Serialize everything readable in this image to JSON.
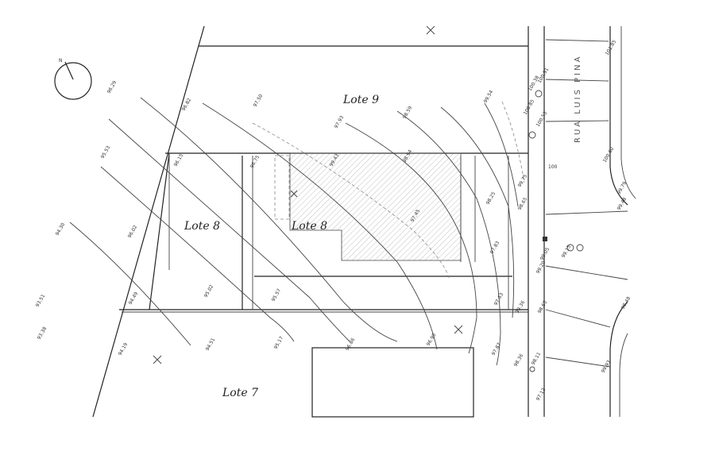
{
  "plan": {
    "north_label": "N",
    "lots": {
      "lote9": "Lote 9",
      "lote8_left": "Lote 8",
      "lote8_right": "Lote 8",
      "lote7": "Lote 7"
    },
    "street": "RUA LUIS PINA",
    "contour_label": "100",
    "elevations": [
      "96.29",
      "96.82",
      "97.50",
      "95.53",
      "96.15",
      "96.75",
      "94.30",
      "96.02",
      "93.51",
      "93.38",
      "94.19",
      "94.49",
      "95.02",
      "94.51",
      "95.17",
      "95.57",
      "96.86",
      "96.96",
      "97.93",
      "98.59",
      "99.54",
      "99.43",
      "98.94",
      "97.45",
      "98.25",
      "97.83",
      "97.63",
      "97.87",
      "98.36",
      "98.11",
      "97.12",
      "99.36",
      "100.53",
      "100.85",
      "100.38",
      "99.75",
      "98.65",
      "100.91",
      "101.85",
      "100.60",
      "99.79",
      "99.48",
      "99.05",
      "99.20",
      "99.15",
      "98.65",
      "99.93",
      "98.48"
    ]
  }
}
